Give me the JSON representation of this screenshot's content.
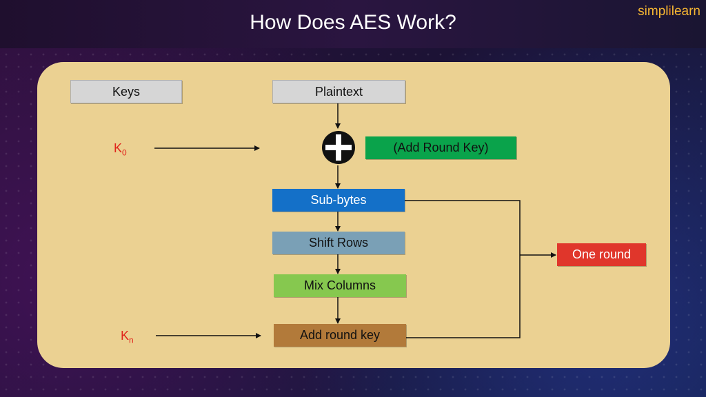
{
  "header": {
    "title": "How Does AES Work?",
    "logo_left": "simpl",
    "logo_bar": "i",
    "logo_right": "learn"
  },
  "diagram": {
    "keys_label": "Keys",
    "plaintext_label": "Plaintext",
    "add_round_key_note": "(Add Round Key)",
    "sub_bytes_label": "Sub-bytes",
    "shift_rows_label": "Shift Rows",
    "mix_columns_label": "Mix Columns",
    "add_round_key_label": "Add round key",
    "one_round_label": "One round",
    "k0": {
      "base": "K",
      "sub": "0"
    },
    "kn": {
      "base": "K",
      "sub": "n"
    }
  },
  "colors": {
    "panel": "#ebd192",
    "add_round_key_note": "#0aa34b",
    "sub_bytes": "#1470c8",
    "shift_rows": "#7aa0b6",
    "mix_columns": "#86c84f",
    "add_round_key": "#b27a3a",
    "one_round": "#e0362b",
    "key_text": "#e0241b"
  }
}
